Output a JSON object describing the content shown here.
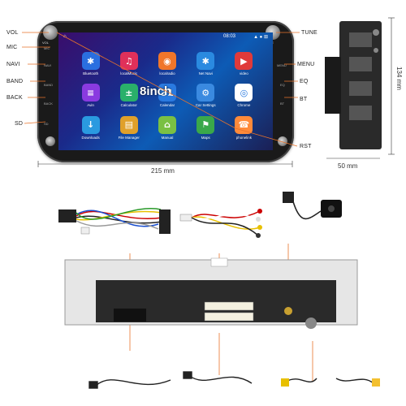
{
  "labels_left": [
    "VOL",
    "MIC",
    "NAVI",
    "BAND",
    "BACK",
    "SD"
  ],
  "labels_right": [
    "TUNE",
    "MENU",
    "EQ",
    "BT",
    "RST"
  ],
  "knob_labels": {
    "vol": "VOL",
    "tune": "TUNE"
  },
  "screen": {
    "time": "08:03",
    "apps": [
      {
        "label": "Bluetooth",
        "icon": "bluetooth-icon",
        "color": "#2a6fe0",
        "glyph": "✱"
      },
      {
        "label": "localMusic",
        "icon": "music-icon",
        "color": "#e0305a",
        "glyph": "♫"
      },
      {
        "label": "localradio",
        "icon": "radio-icon",
        "color": "#f0762a",
        "glyph": "◉"
      },
      {
        "label": "Net Navi",
        "icon": "navigation-icon",
        "color": "#2a8ae0",
        "glyph": "✱"
      },
      {
        "label": "video",
        "icon": "video-icon",
        "color": "#e03a3a",
        "glyph": "▶"
      },
      {
        "label": "Avin",
        "icon": "avin-icon",
        "color": "#8a3ae0",
        "glyph": "≡"
      },
      {
        "label": "Calculator",
        "icon": "calculator-icon",
        "color": "#2ab06a",
        "glyph": "±"
      },
      {
        "label": "Calendar",
        "icon": "calendar-icon",
        "color": "#2a7ae0",
        "glyph": "31"
      },
      {
        "label": "Car Settings",
        "icon": "car-settings-icon",
        "color": "#3a8ae0",
        "glyph": "⚙"
      },
      {
        "label": "Chrome",
        "icon": "chrome-icon",
        "color": "#ffffff",
        "glyph": "◎"
      },
      {
        "label": "Downloads",
        "icon": "downloads-icon",
        "color": "#2a9ae0",
        "glyph": "↓"
      },
      {
        "label": "File Manager",
        "icon": "file-manager-icon",
        "color": "#e0a02a",
        "glyph": "▤"
      },
      {
        "label": "Manual",
        "icon": "android-icon",
        "color": "#7ac043",
        "glyph": "⌂"
      },
      {
        "label": "Maps",
        "icon": "maps-icon",
        "color": "#3aa84a",
        "glyph": "⚑"
      },
      {
        "label": "phonelink",
        "icon": "phonelink-icon",
        "color": "#ff8a3a",
        "glyph": "☎"
      }
    ]
  },
  "size_badge": "8inch",
  "dimensions": {
    "width": "215 mm",
    "height": "134 mm",
    "depth": "50 mm"
  },
  "colors": {
    "accent_line": "#e8732a",
    "frame": "#1a1a1a"
  }
}
